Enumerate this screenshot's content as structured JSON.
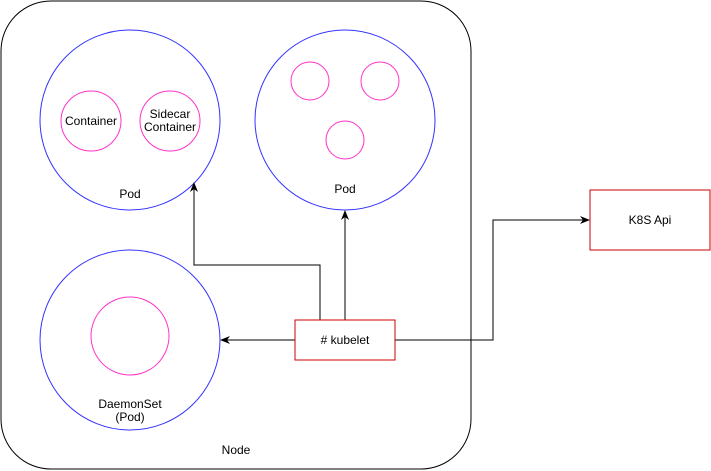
{
  "colors": {
    "node_border": "#000000",
    "pod_border": "#3333ff",
    "container_border": "#ff33cc",
    "box_border": "#cc0000",
    "arrow": "#000000"
  },
  "node": {
    "label": "Node"
  },
  "pods": {
    "pod1": {
      "label": "Pod",
      "containers": [
        "Container",
        "Sidecar",
        "Container"
      ]
    },
    "pod2": {
      "label": "Pod"
    },
    "daemonset": {
      "label_line1": "DaemonSet",
      "label_line2": "(Pod)"
    }
  },
  "kubelet": {
    "label": "# kubelet"
  },
  "k8s_api": {
    "label": "K8S Api"
  }
}
